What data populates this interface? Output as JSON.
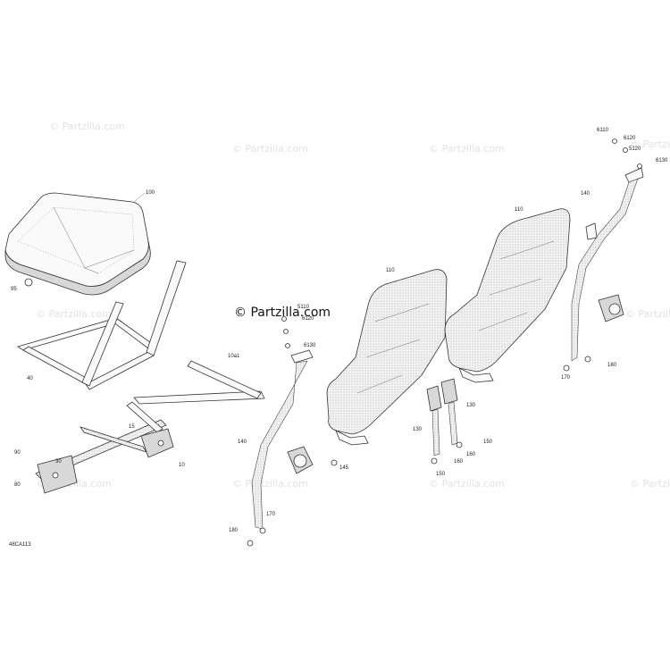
{
  "watermark": {
    "main": "© Partzilla.com",
    "faint": "© Partzilla.com"
  },
  "diagram_code": "48CA113",
  "labels": {
    "l100": "100",
    "l95": "95",
    "l40": "40",
    "l10a1": "10a1",
    "l15": "15",
    "l10": "10",
    "l90": "90",
    "l30": "30",
    "l80": "80",
    "l5110a": "5110",
    "l6120a": "6120",
    "l6130a": "6130",
    "l140a": "140",
    "l145": "145",
    "l170a": "170",
    "l180a": "180",
    "l110a": "110",
    "l110b": "110",
    "l130a": "130",
    "l130b": "130",
    "l150a": "150",
    "l150b": "150",
    "l160a": "160",
    "l160b": "160",
    "l6110b": "6110",
    "l6120b": "6120",
    "l5120b": "5120",
    "l6130b": "6130",
    "l140b": "140",
    "l170b": "170",
    "l180b": "180"
  },
  "colors": {
    "ink": "#333333",
    "watermark": "#e2e2e2"
  }
}
